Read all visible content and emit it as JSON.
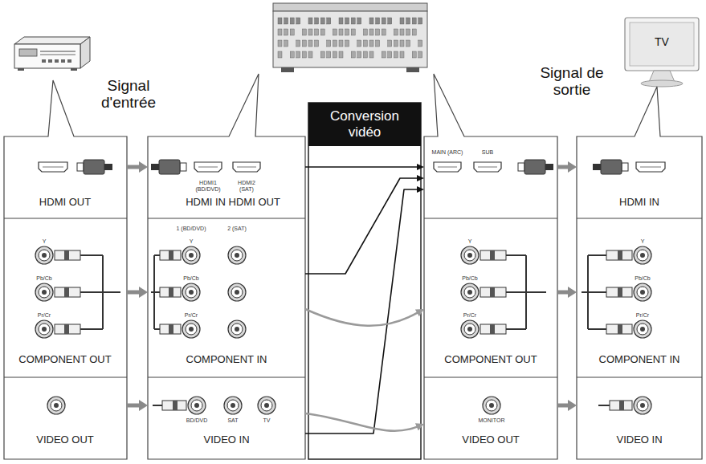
{
  "diagram": {
    "nodes": [
      {
        "text": [
          "HDMI OUT"
        ]
      },
      {
        "text": [
          "COMPONENT OUT"
        ]
      },
      {
        "text": [
          "VIDEO OUT"
        ]
      },
      {
        "text": [
          "HDMI IN HDMI OUT"
        ]
      },
      {
        "text": [
          "COMPONENT IN"
        ]
      },
      {
        "text": [
          "VIDEO IN"
        ]
      },
      {
        "text": [
          "Conversion vidéo"
        ]
      },
      {
        "text": [
          "MAIN (ARC)",
          "SUB"
        ]
      },
      {
        "text": [
          "COMPONENT OUT"
        ]
      },
      {
        "text": [
          "VIDEO OUT"
        ]
      },
      {
        "text": [
          "HDMI IN"
        ]
      },
      {
        "text": [
          "COMPONENT IN"
        ]
      },
      {
        "text": [
          "VIDEO IN"
        ]
      }
    ],
    "edges": [
      {
        "from": 0,
        "to": 3,
        "arrow": "to"
      },
      {
        "from": 1,
        "to": 4,
        "arrow": "to"
      },
      {
        "from": 2,
        "to": 5,
        "arrow": "to"
      },
      {
        "from": 3,
        "to": 7,
        "arrow": "to"
      },
      {
        "from": 4,
        "to": 7,
        "arrow": "to"
      },
      {
        "from": 5,
        "to": 7,
        "arrow": "to"
      },
      {
        "from": 4,
        "to": 8,
        "arrow": "to"
      },
      {
        "from": 5,
        "to": 9,
        "arrow": "to"
      },
      {
        "from": 7,
        "to": 10,
        "arrow": "to"
      },
      {
        "from": 8,
        "to": 11,
        "arrow": "to"
      },
      {
        "from": 9,
        "to": 12,
        "arrow": "to"
      }
    ],
    "labels": [
      "Signal d'entrée",
      "Signal de sortie",
      "TV",
      "HDMI1 (BD/DVD)",
      "HDMI2 (SAT)",
      "Y",
      "Pb/Cb",
      "Pr/Cr",
      "1 (BD/DVD)",
      "2 (SAT)",
      "Y",
      "Pb/Cb",
      "Pr/Cr",
      "Y",
      "Pb/Cb",
      "Pr/Cr",
      "Y",
      "Pb/Cb",
      "Pr/Cr",
      "BD/DVD",
      "SAT",
      "TV",
      "MONITOR"
    ]
  }
}
